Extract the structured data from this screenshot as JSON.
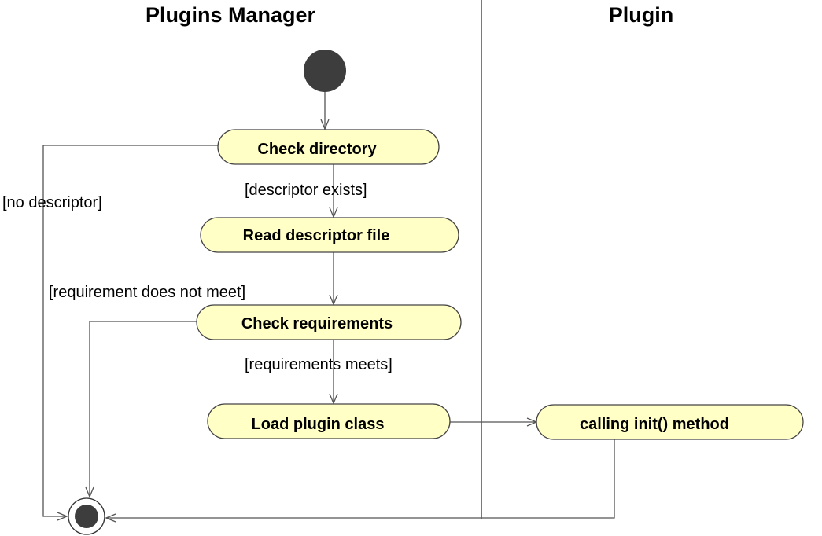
{
  "swimlanes": [
    {
      "title": "Plugins Manager"
    },
    {
      "title": "Plugin"
    }
  ],
  "actions": {
    "check_directory": "Check directory",
    "read_descriptor_file": "Read descriptor file",
    "check_requirements": "Check requirements",
    "load_plugin_class": "Load plugin class",
    "calling_init_method": "calling init() method"
  },
  "guards": {
    "no_descriptor": "[no descriptor]",
    "descriptor_exists": "[descriptor exists]",
    "requirement_does_not_meet": "[requirement does not meet]",
    "requirements_meets": "[requirements meets]"
  },
  "colors": {
    "action_fill": "#ffffc6",
    "node_fill": "#3d3d3d",
    "line": "#555555"
  }
}
